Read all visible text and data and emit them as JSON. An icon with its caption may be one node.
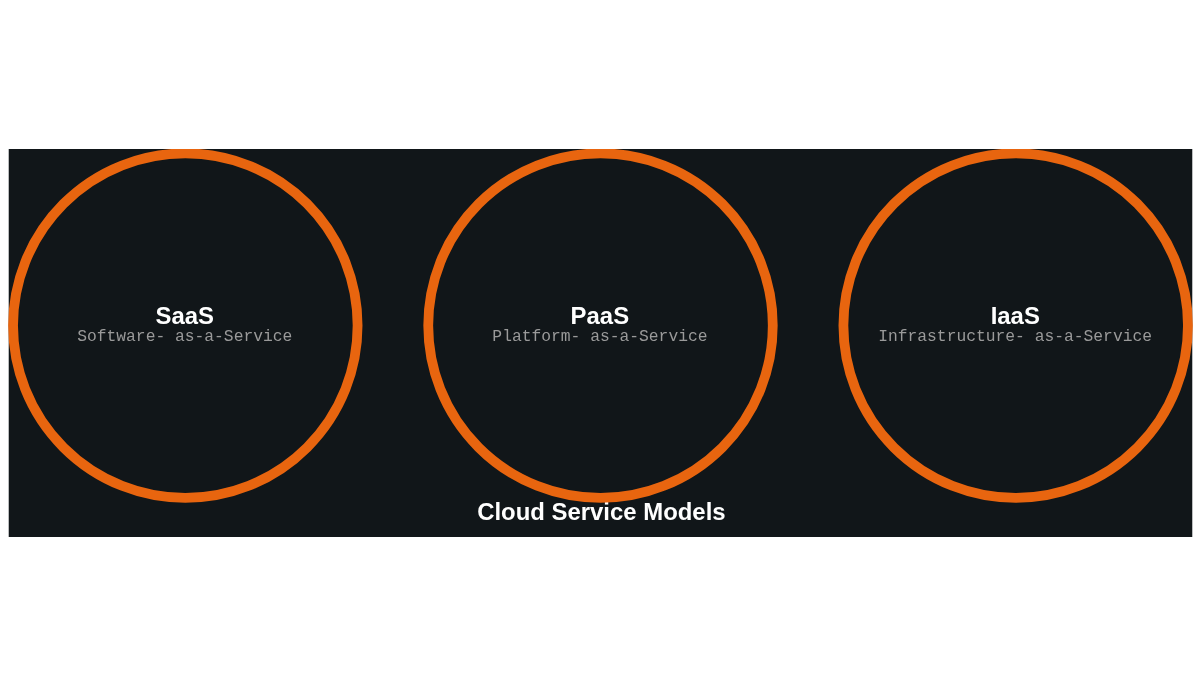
{
  "diagram": {
    "caption": "Cloud Service Models",
    "nodes": [
      {
        "text": [
          "SaaS",
          "Software- as-a-Service"
        ]
      },
      {
        "text": [
          "PaaS",
          "Platform- as-a-Service"
        ]
      },
      {
        "text": [
          "IaaS",
          "Infrastructure- as-a-Service"
        ]
      }
    ]
  }
}
